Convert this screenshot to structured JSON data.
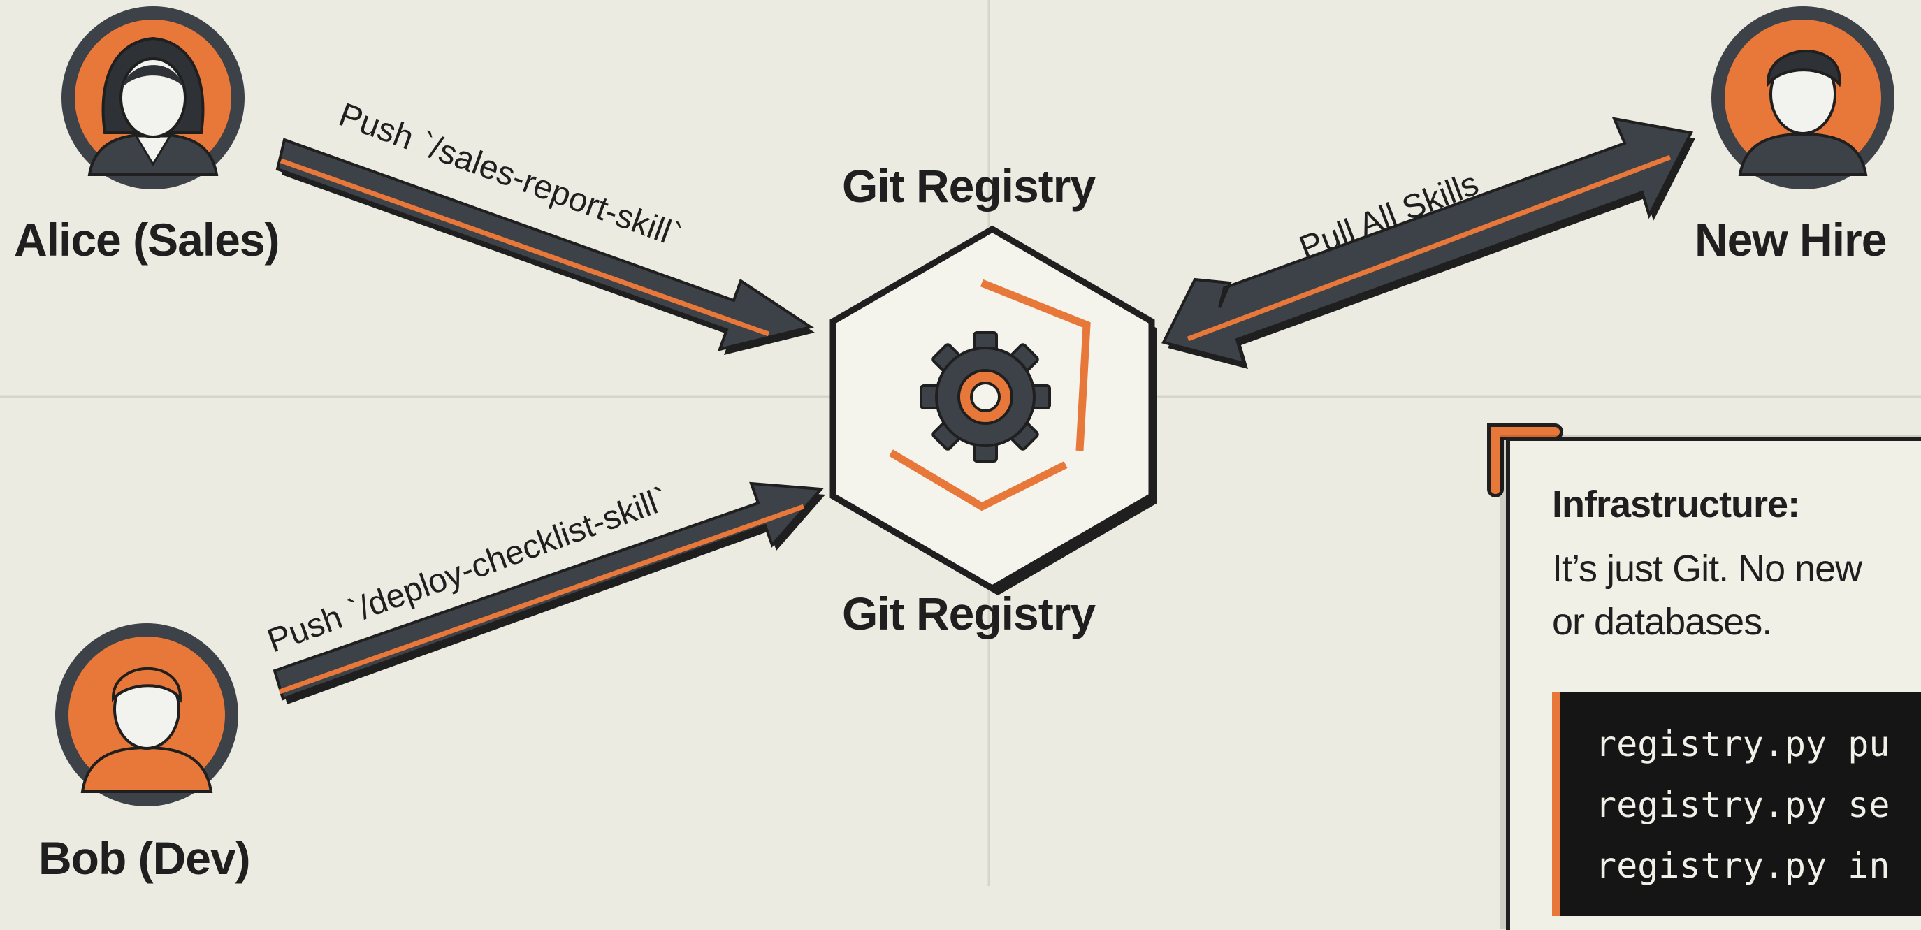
{
  "colors": {
    "background": "#ecebe1",
    "dark": "#3d4148",
    "accent": "#e8773a",
    "ink": "#1f1f1f"
  },
  "actors": {
    "alice": {
      "label": "Alice (Sales)",
      "icon": "woman-avatar-icon"
    },
    "bob": {
      "label": "Bob (Dev)",
      "icon": "man-avatar-icon"
    },
    "new_hire": {
      "label": "New Hire",
      "icon": "man-avatar-icon"
    }
  },
  "registry": {
    "label_top": "Git Registry",
    "label_bottom": "Git Registry",
    "icon": "gear-icon"
  },
  "arrows": {
    "alice_push": "Push `/sales-report-skill`",
    "bob_push": "Push `/deploy-checklist-skill`",
    "new_hire_pull": "Pull All Skills"
  },
  "info": {
    "title": "Infrastructure:",
    "text_line1": "It’s just Git. No new",
    "text_line2": "or databases.",
    "code": [
      "registry.py pu",
      "registry.py se",
      "registry.py in"
    ]
  }
}
